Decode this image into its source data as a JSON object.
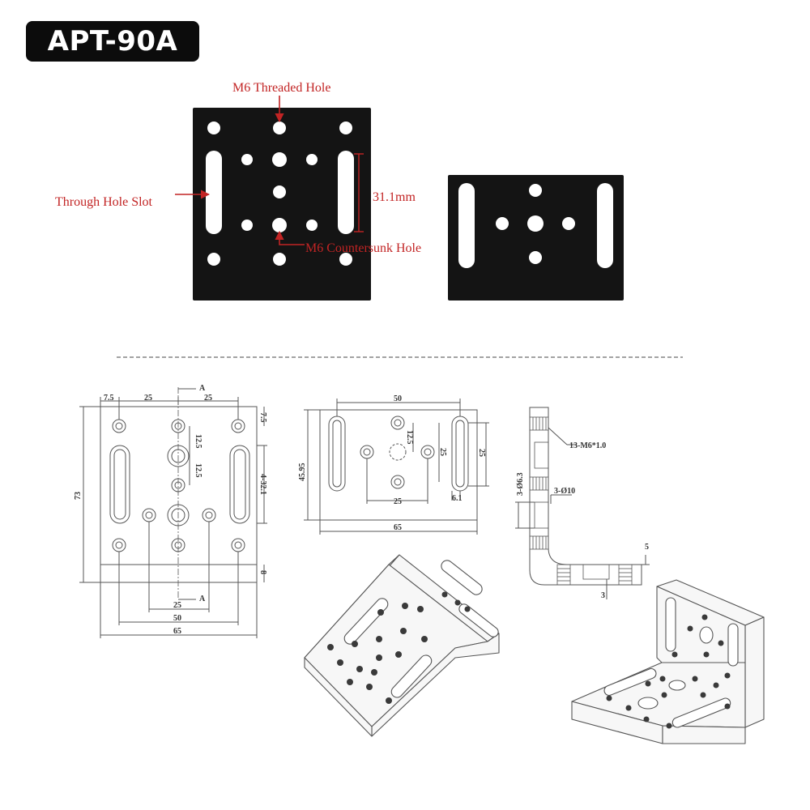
{
  "title": "APT-90A",
  "colors": {
    "plate": "#141414",
    "hole": "#ffffff",
    "callout": "#c22424",
    "drawing_line": "#555555"
  },
  "photo": {
    "callouts": {
      "threaded_hole": "M6 Threaded Hole",
      "through_hole_slot": "Through Hole Slot",
      "slot_spacing": "31.1mm",
      "countersunk_hole": "M6 Countersunk Hole"
    }
  },
  "drawing": {
    "front_view": {
      "section_mark": "A",
      "dims": {
        "edge_offset": "7.5",
        "pitch_left": "25",
        "pitch_right": "25",
        "edge_offset_right": "7.5",
        "pitch_v1": "12.5",
        "pitch_v2": "12.5",
        "slot_label": "4-32.1",
        "height": "73",
        "base_thickness": "8",
        "bottom_25": "25",
        "bottom_50": "50",
        "width": "65"
      }
    },
    "top_view": {
      "dims": {
        "slot_width_span": "50",
        "height": "45.95",
        "pitch_v": "12.5",
        "hole_span_v": "25",
        "slot_length": "25",
        "hole_span_h": "25",
        "slot_offset": "6.1",
        "width": "65"
      }
    },
    "side_view": {
      "dims": {
        "threads": "13-M6*1.0",
        "bores": "3-Ø10",
        "countersink": "3-Ø6.3",
        "top_thickness": "5",
        "step": "3"
      }
    }
  }
}
